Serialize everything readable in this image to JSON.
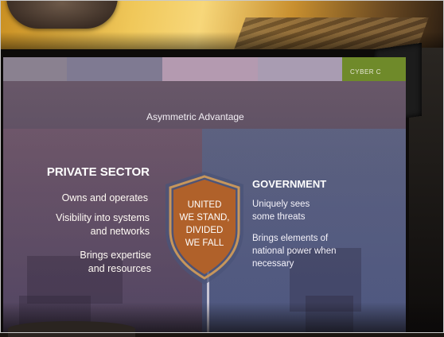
{
  "scene": {
    "banner_tag": "CYBER C",
    "slide": {
      "title": "Asymmetric Advantage",
      "private_sector": {
        "heading": "PRIVATE SECTOR",
        "items": [
          "Owns and operates",
          "Visibility into systems\nand networks",
          "Brings expertise\nand resources"
        ]
      },
      "shield": {
        "lines": [
          "UNITED",
          "WE STAND,",
          "DIVIDED",
          "WE FALL"
        ],
        "fill": "#b0612a",
        "outline": "#c6965c"
      },
      "government": {
        "heading": "GOVERNMENT",
        "items": [
          "Uniquely sees\nsome threats",
          "Brings elements of\nnational power when\nnecessary"
        ]
      }
    }
  }
}
